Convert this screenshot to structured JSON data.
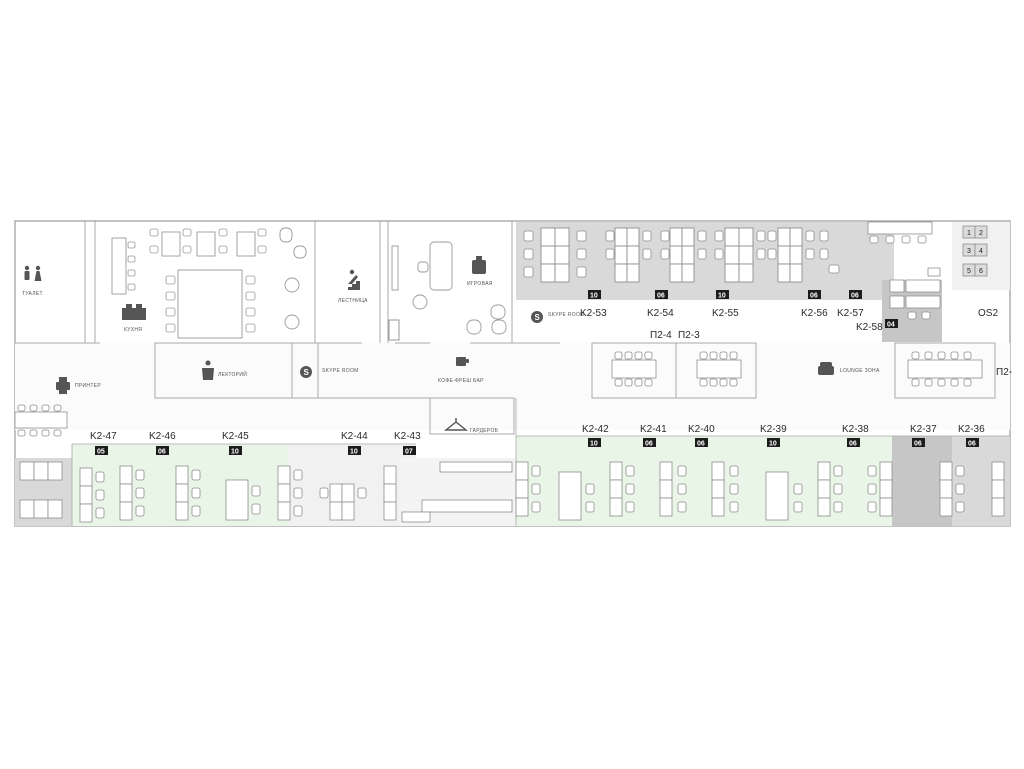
{
  "colors": {
    "wall": "#a8a8a8",
    "furniture": "#9a9a9a",
    "free": "#e9f5e6",
    "busy": "#d9d9d9",
    "busy_dark": "#c6c6c6",
    "neutral": "#f1f1f1",
    "badge": "#1c1c1c"
  },
  "amenities": {
    "toilet": "ТУАЛЕТ",
    "kitchen": "КУХНЯ",
    "stairs": "ЛЕСТНИЦА",
    "game_room": "ИГРОВАЯ",
    "printer": "ПРИНТЕР",
    "lectory": "ЛЕКТОРИЙ",
    "skype_room_1": "SKYPE ROOM",
    "coffee_bar": "КОФЕ-ФРЕШ БАР",
    "skype_room_2": "SKYPE ROOM",
    "lounge": "LOUNGE ЗОНА",
    "wardrobe": "ГАРДЕРОБ"
  },
  "offices_top": [
    {
      "id": "K2-53",
      "seats": "10",
      "status": "busy"
    },
    {
      "id": "K2-54",
      "seats": "06",
      "status": "busy"
    },
    {
      "id": "K2-55",
      "seats": "10",
      "status": "busy"
    },
    {
      "id": "K2-56",
      "seats": "06",
      "status": "busy"
    },
    {
      "id": "K2-57",
      "seats": "06",
      "status": "busy"
    },
    {
      "id": "K2-58",
      "seats": "04",
      "status": "busy"
    }
  ],
  "meeting_rooms": [
    "П2-4",
    "П2-3",
    "П2-"
  ],
  "open_space": {
    "id": "OS2",
    "seats": [
      "1",
      "2",
      "3",
      "4",
      "5",
      "6"
    ]
  },
  "offices_bottom": [
    {
      "id": "K2-47",
      "seats": "05",
      "status": "free"
    },
    {
      "id": "K2-46",
      "seats": "06",
      "status": "free"
    },
    {
      "id": "K2-45",
      "seats": "10",
      "status": "free"
    },
    {
      "id": "K2-44",
      "seats": "10",
      "status": "neutral"
    },
    {
      "id": "K2-43",
      "seats": "07",
      "status": "neutral"
    },
    {
      "id": "K2-42",
      "seats": "10",
      "status": "free"
    },
    {
      "id": "K2-41",
      "seats": "06",
      "status": "free"
    },
    {
      "id": "K2-40",
      "seats": "06",
      "status": "free"
    },
    {
      "id": "K2-39",
      "seats": "10",
      "status": "free"
    },
    {
      "id": "K2-38",
      "seats": "06",
      "status": "free"
    },
    {
      "id": "K2-37",
      "seats": "06",
      "status": "busy"
    },
    {
      "id": "K2-36",
      "seats": "06",
      "status": "busy"
    }
  ]
}
